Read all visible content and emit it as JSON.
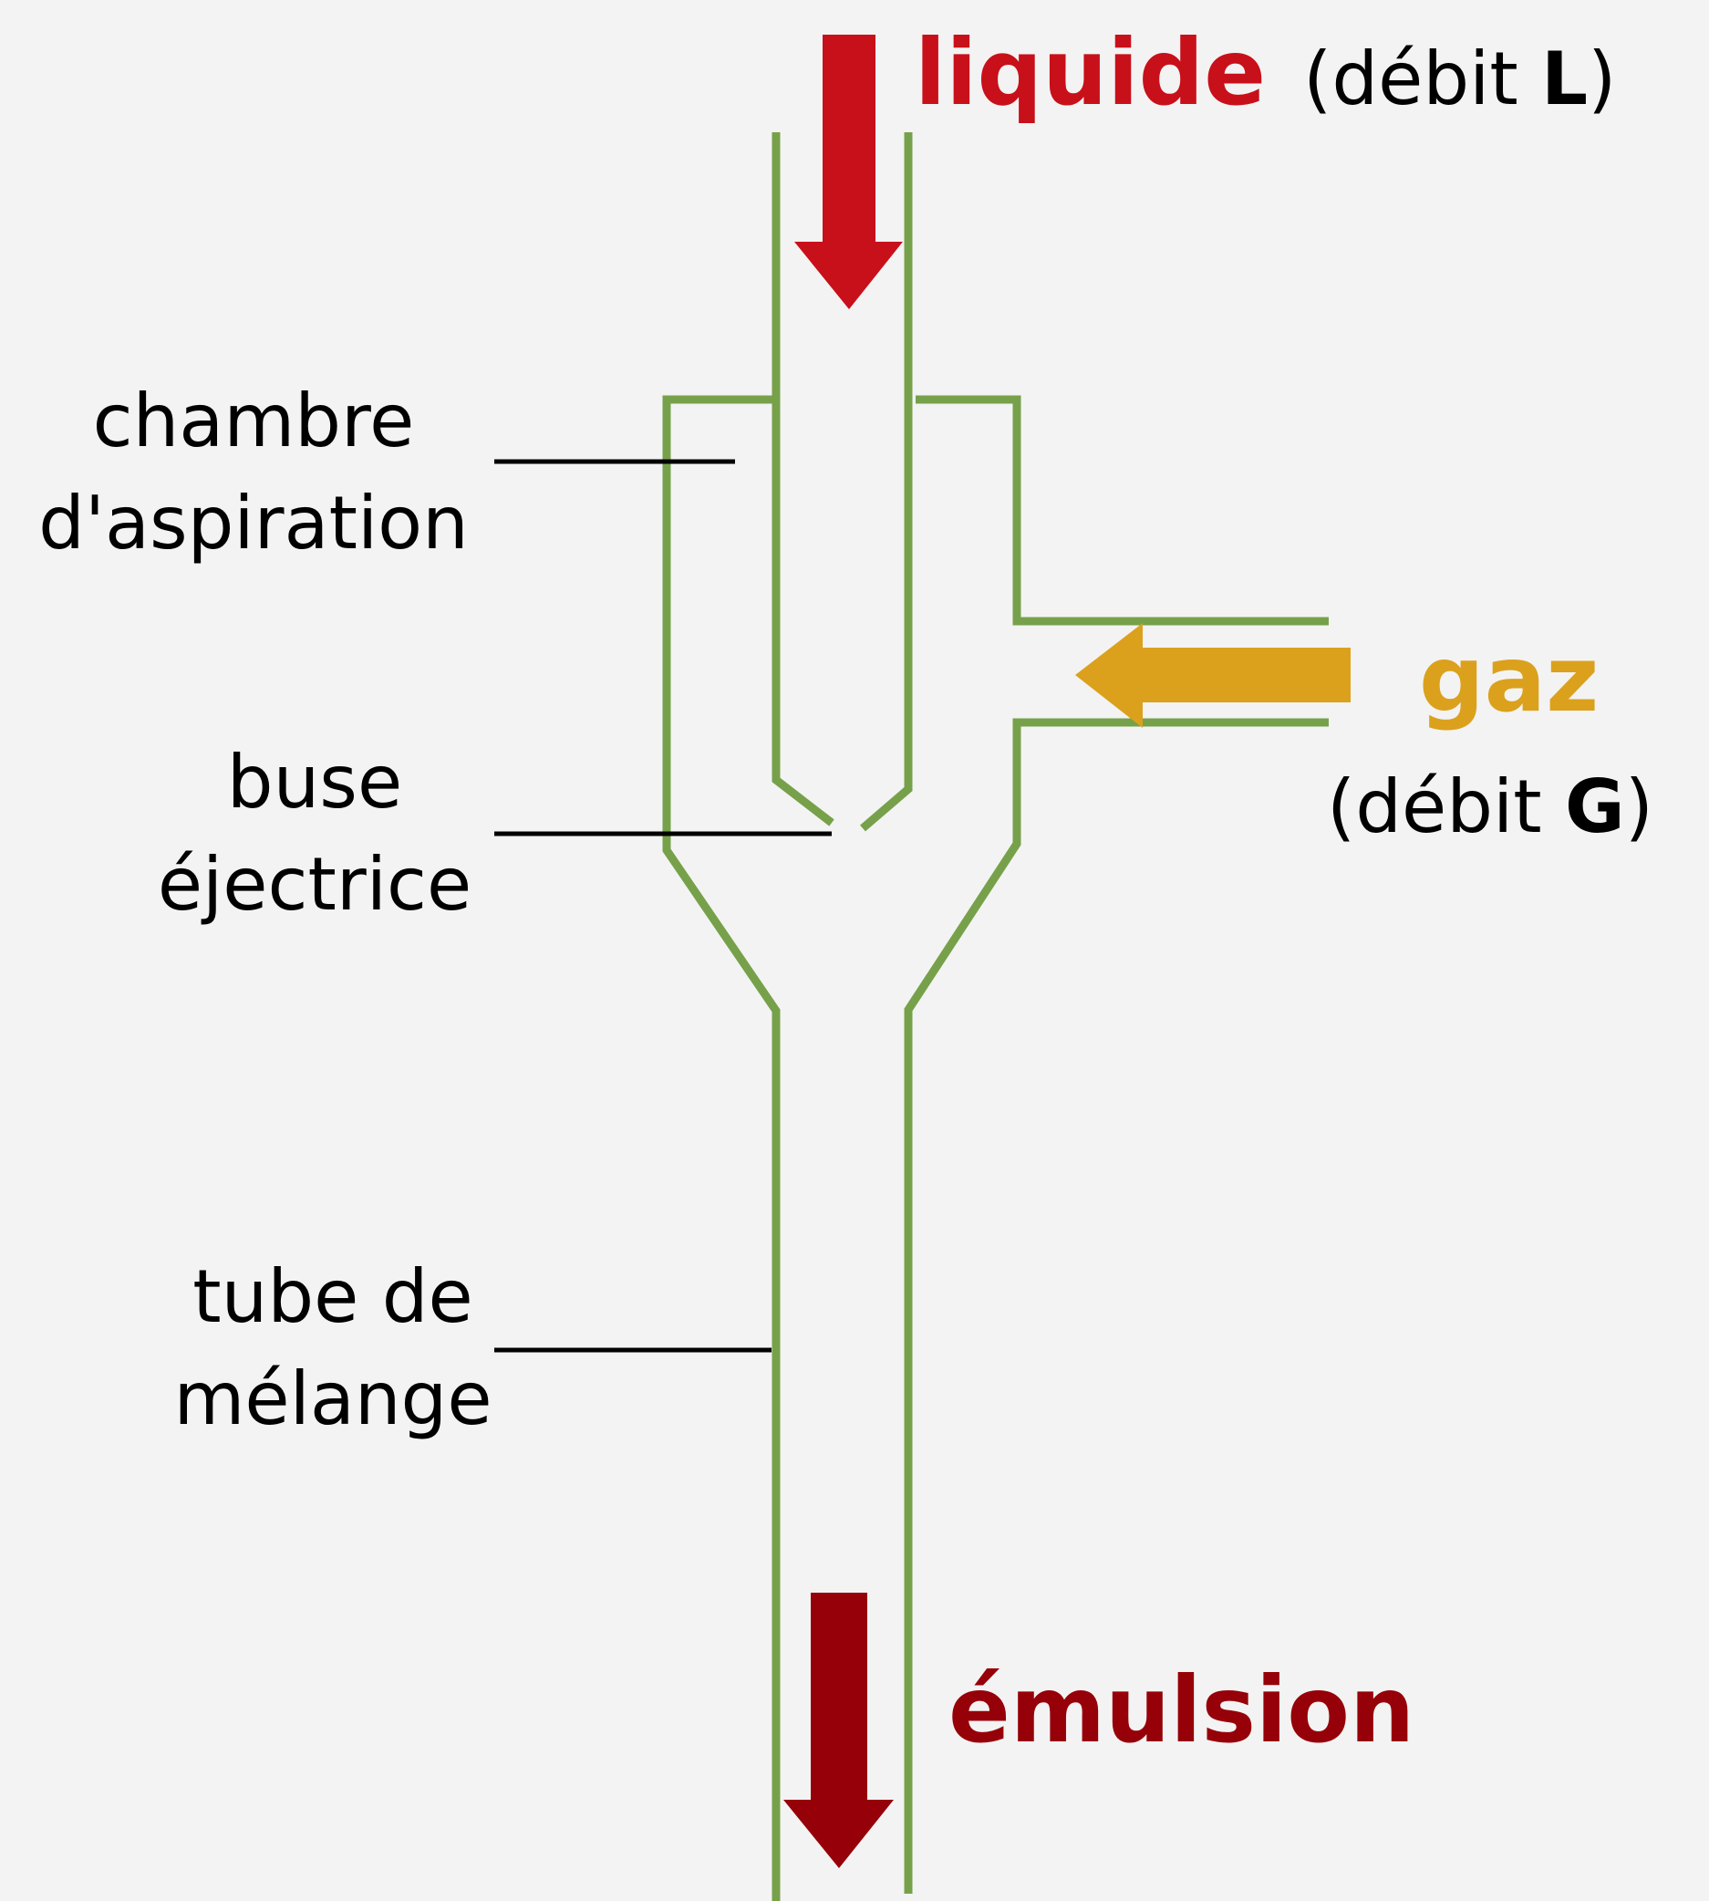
{
  "colors": {
    "pipe": "#76a14a",
    "liquid": "#c8101a",
    "gas": "#dba11d",
    "emulsion": "#960008",
    "leader": "#000000",
    "background": "#f3f3f3"
  },
  "inputs": {
    "liquid": {
      "label": "liquide",
      "flow_prefix": "(débit ",
      "flow_symbol": "L",
      "flow_suffix": ")"
    },
    "gas": {
      "label": "gaz",
      "flow_prefix": "(débit ",
      "flow_symbol": "G",
      "flow_suffix": ")"
    }
  },
  "output": {
    "label": "émulsion"
  },
  "parts": {
    "suction_chamber": {
      "line1": "chambre",
      "line2": "d'aspiration"
    },
    "ejector_nozzle": {
      "line1": "buse",
      "line2": "éjectrice"
    },
    "mixing_tube": {
      "line1": "tube de",
      "line2": "mélange"
    }
  }
}
